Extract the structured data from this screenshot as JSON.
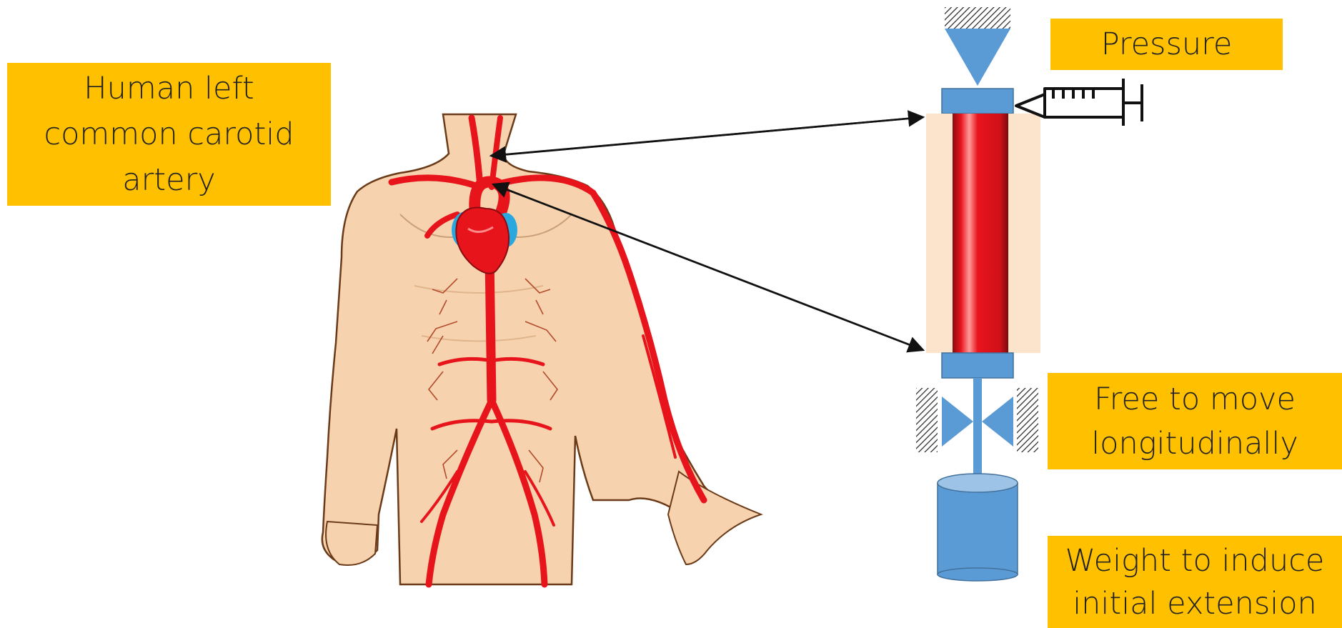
{
  "labels": {
    "artery": [
      "Human left",
      "common carotid",
      "artery"
    ],
    "pressure": "Pressure",
    "free_move": [
      "Free to move",
      "longitudinally"
    ],
    "weight": [
      "Weight to induce",
      "initial extension"
    ]
  },
  "colors": {
    "label_bg": "#FFC000",
    "apparatus_blue": "#5B9BD5",
    "artery_red": "#E8141C",
    "skin": "#F6D3AE",
    "tissue": "#FBE3CC"
  }
}
